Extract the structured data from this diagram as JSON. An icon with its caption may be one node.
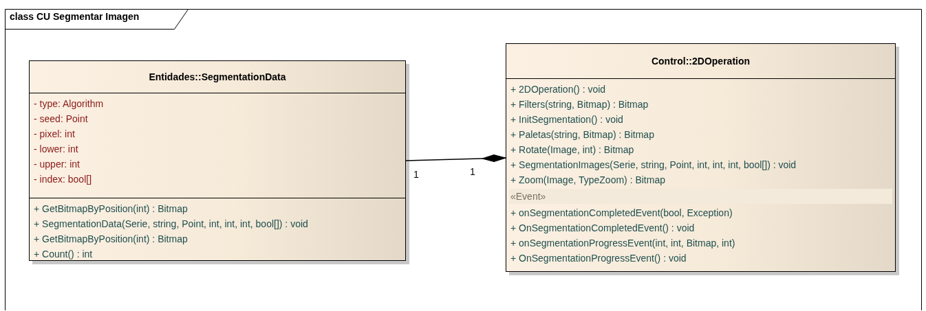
{
  "diagram": {
    "title": "class CU Segmentar Imagen",
    "nodes": [
      {
        "text": [
          "Entidades::SegmentationData",
          "- type: Algorithm",
          "- seed: Point",
          "- pixel: int",
          "- lower: int",
          "- upper: int",
          "- index: bool[]",
          "+ GetBitmapByPosition(int) : Bitmap",
          "+ SegmentationData(Serie, string, Point, int, int, int, bool[]) : void",
          "+ GetBitmapByPosition(int) : Bitmap",
          "+ Count() : int"
        ]
      },
      {
        "text": [
          "Control::2DOperation",
          "+ 2DOperation() : void",
          "+ Filters(string, Bitmap) : Bitmap",
          "+ InitSegmentation() : void",
          "+ Paletas(string, Bitmap) : Bitmap",
          "+ Rotate(Image, int) : Bitmap",
          "+ SegmentationImages(Serie, string, Point, int, int, int, bool[]) : void",
          "+ Zoom(Image, TypeZoom) : Bitmap",
          "«Event»",
          "+ onSegmentationCompletedEvent(bool, Exception)",
          "+ OnSegmentationCompletedEvent() : void",
          "+ onSegmentationProgressEvent(int, int, Bitmap, int)",
          "+ OnSegmentationProgressEvent() : void"
        ]
      }
    ],
    "edges": [
      {
        "from": 0,
        "to": 1,
        "arrow": "other"
      }
    ],
    "labels": [
      "1",
      "1"
    ]
  }
}
